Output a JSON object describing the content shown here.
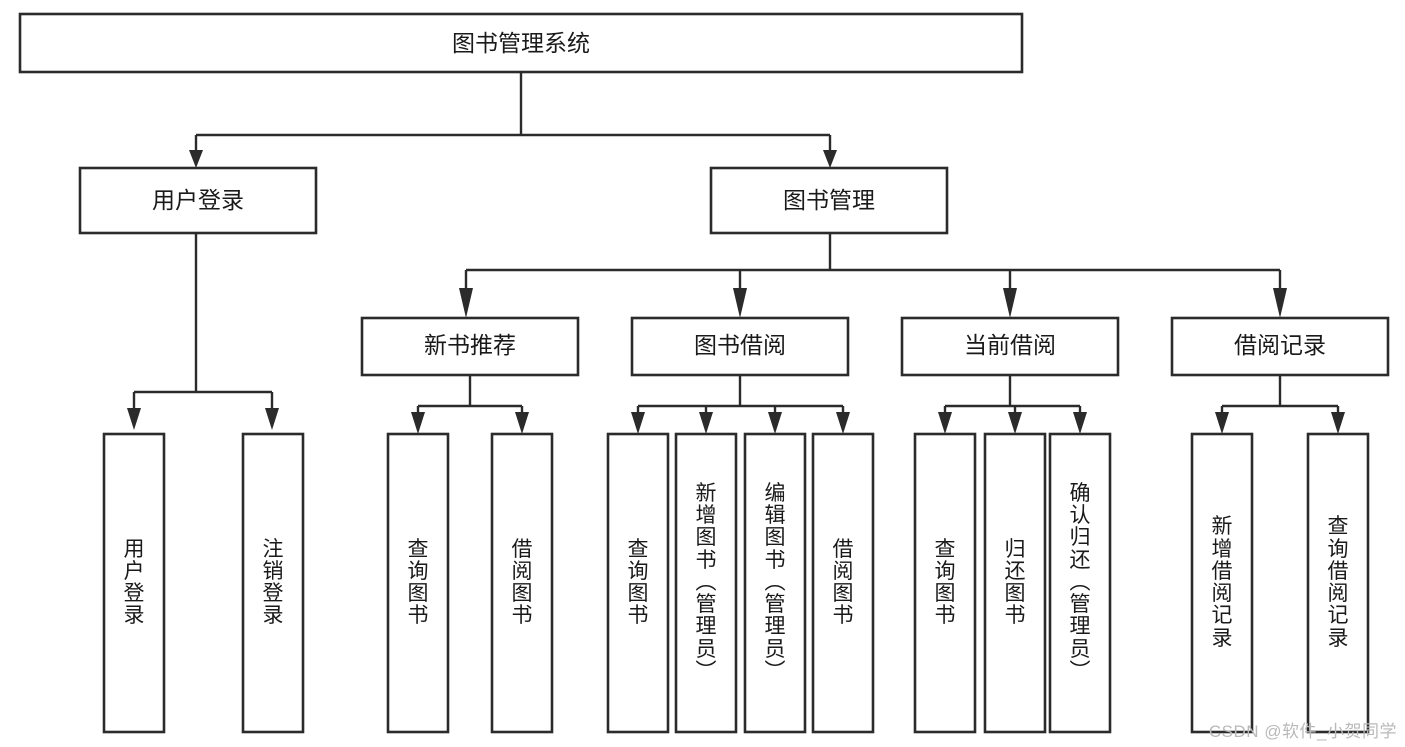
{
  "diagram": {
    "title": "图书管理系统",
    "type": "tree-hierarchy",
    "watermark": "CSDN @软件_小贺同学",
    "colors": {
      "box_stroke": "#2b2b2b",
      "box_fill": "#ffffff",
      "text": "#1a1a1a",
      "background": "#ffffff",
      "watermark": "#b9b9b9"
    },
    "root": {
      "label": "图书管理系统"
    },
    "level2": [
      {
        "label": "用户登录"
      },
      {
        "label": "图书管理"
      }
    ],
    "level3": [
      {
        "label": "新书推荐"
      },
      {
        "label": "图书借阅"
      },
      {
        "label": "当前借阅"
      },
      {
        "label": "借阅记录"
      }
    ],
    "leaves": {
      "user_login": [
        {
          "label": "用户登录"
        },
        {
          "label": "注销登录"
        }
      ],
      "new_book_recommend": [
        {
          "label": "查询图书"
        },
        {
          "label": "借阅图书"
        }
      ],
      "book_borrow": [
        {
          "label": "查询图书"
        },
        {
          "label": "新增图书（管理员）"
        },
        {
          "label": "编辑图书（管理员）"
        },
        {
          "label": "借阅图书"
        }
      ],
      "current_borrow": [
        {
          "label": "查询图书"
        },
        {
          "label": "归还图书"
        },
        {
          "label": "确认归还（管理员）"
        }
      ],
      "borrow_record": [
        {
          "label": "新增借阅记录"
        },
        {
          "label": "查询借阅记录"
        }
      ]
    }
  }
}
